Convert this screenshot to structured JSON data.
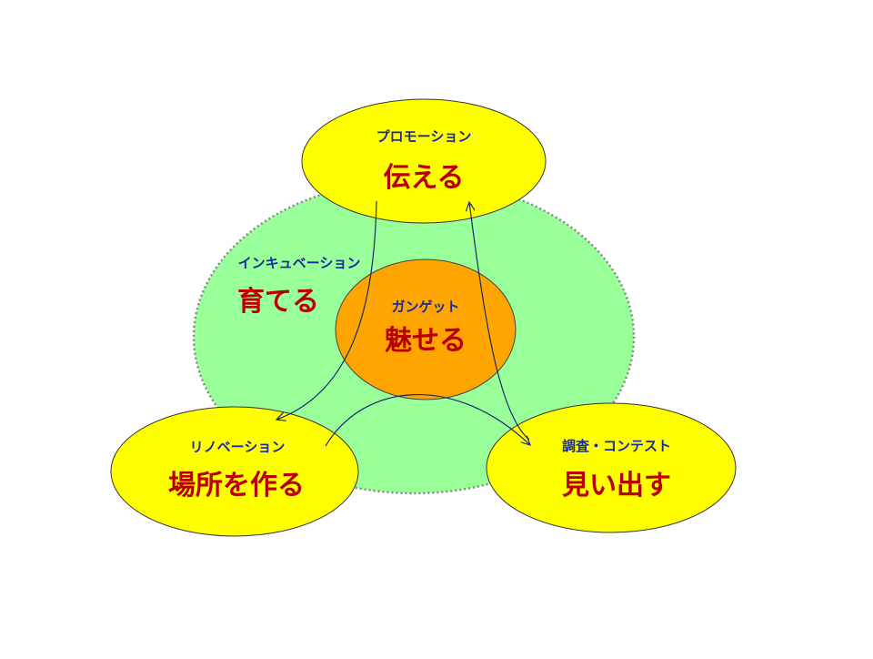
{
  "center": {
    "sub": "ガンゲット",
    "main": "魅せる",
    "color": "#ffa500"
  },
  "incubation": {
    "sub": "インキュベーション",
    "main": "育てる",
    "color": "#99ff99"
  },
  "promotion": {
    "sub": "プロモーション",
    "main": "伝える",
    "color": "#ffff00"
  },
  "renovation": {
    "sub": "リノベーション",
    "main": "場所を作る",
    "color": "#ffff00"
  },
  "research": {
    "sub": "調査・コンテスト",
    "main": "見い出す",
    "color": "#ffff00"
  },
  "colors": {
    "label_sub": "#1a2a9a",
    "label_main": "#b80000",
    "arrow": "#1a2a6a"
  }
}
